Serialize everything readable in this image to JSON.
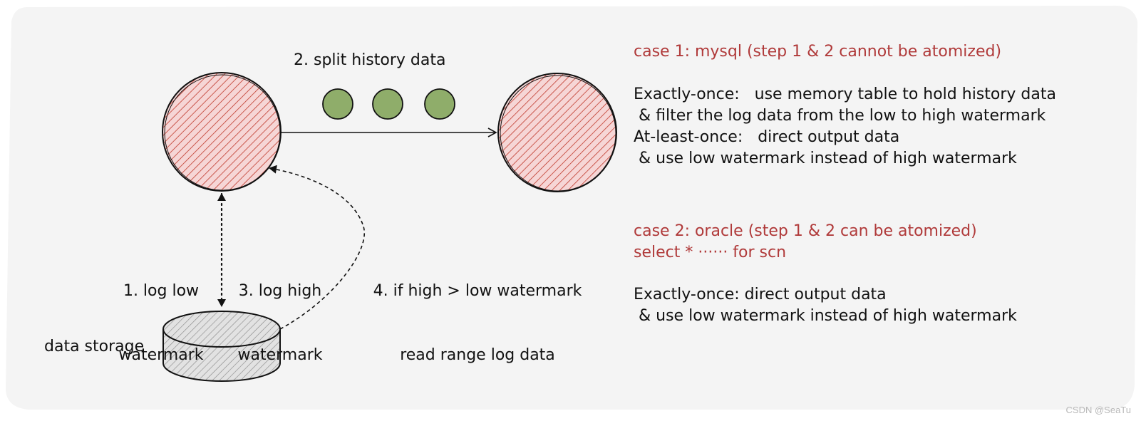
{
  "diagram": {
    "split_label": "2. split history data",
    "storage_label": "data storage",
    "edge_log_low": [
      "1. log low",
      "watermark"
    ],
    "edge_log_high": [
      "3. log high",
      "watermark"
    ],
    "edge_read_range": [
      "4. if high > low watermark",
      "read range log data"
    ]
  },
  "notes": {
    "case1_title": "case 1: mysql (step 1 & 2 cannot be atomized)",
    "case1_lines": [
      "Exactly-once:   use memory table to hold history data",
      " & filter the log data from the low to high watermark",
      "At-least-once:   direct output data",
      " & use low watermark instead of high watermark"
    ],
    "case2_title": "case 2: oracle (step 1 & 2 can be atomized)",
    "case2_sub": "select * ······ for scn",
    "case2_lines": [
      "Exactly-once: direct output data",
      " & use low watermark instead of high watermark"
    ]
  },
  "watermark": "CSDN @SeaTu",
  "colors": {
    "background": "#f4f4f4",
    "node_fill": "#f4c7c7",
    "hatch": "#c0392b",
    "dot_fill": "#8fad6a",
    "note_red": "#b03a3a",
    "storage_hatch": "#8c8c8c"
  }
}
